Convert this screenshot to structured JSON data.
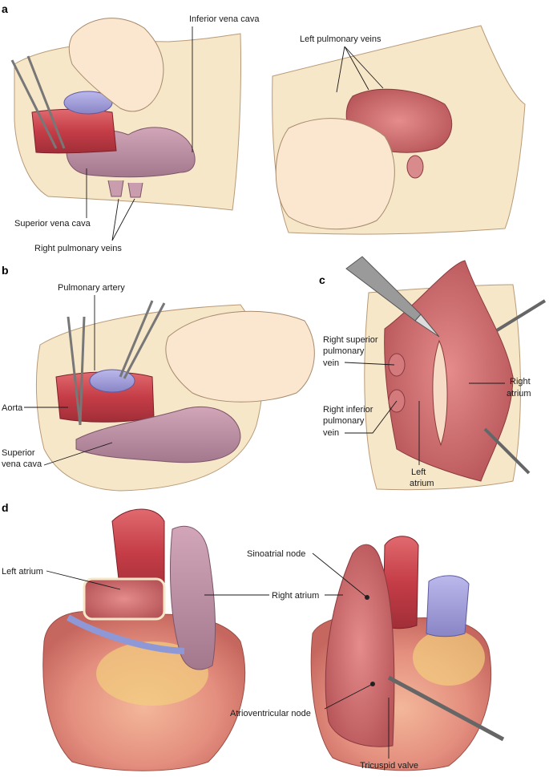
{
  "panels": {
    "a": "a",
    "b": "b",
    "c": "c",
    "d": "d"
  },
  "labels": {
    "a": {
      "inferior_vena_cava": "Inferior vena cava",
      "left_pulmonary_veins": "Left pulmonary veins",
      "superior_vena_cava": "Superior vena cava",
      "right_pulmonary_veins": "Right pulmonary veins"
    },
    "b": {
      "pulmonary_artery": "Pulmonary artery",
      "aorta": "Aorta",
      "superior_vena_cava_1": "Superior",
      "superior_vena_cava_2": "vena cava"
    },
    "c": {
      "right_superior_pv_1": "Right superior",
      "right_superior_pv_2": "pulmonary",
      "right_superior_pv_3": "vein",
      "right_inferior_pv_1": "Right inferior",
      "right_inferior_pv_2": "pulmonary",
      "right_inferior_pv_3": "vein",
      "right_atrium_1": "Right",
      "right_atrium_2": "atrium",
      "left_atrium_1": "Left",
      "left_atrium_2": "atrium"
    },
    "d": {
      "left_atrium": "Left atrium",
      "right_atrium": "Right atrium",
      "sinoatrial_node": "Sinoatrial node",
      "atrioventricular_node": "Atrioventricular node",
      "tricuspid_valve": "Tricuspid valve"
    }
  },
  "colors": {
    "tissue_bg": "#f7e7c9",
    "tissue_edge": "#b89a78",
    "skin": "#fbe6cf",
    "aorta_red": "#c9404a",
    "vein_mauve": "#b98a9e",
    "artery_blue": "#9e9ad6",
    "atrium_pink": "#cf6e72",
    "heart_fat": "#f2cf7e",
    "heart_muscle": "#e79a86"
  }
}
